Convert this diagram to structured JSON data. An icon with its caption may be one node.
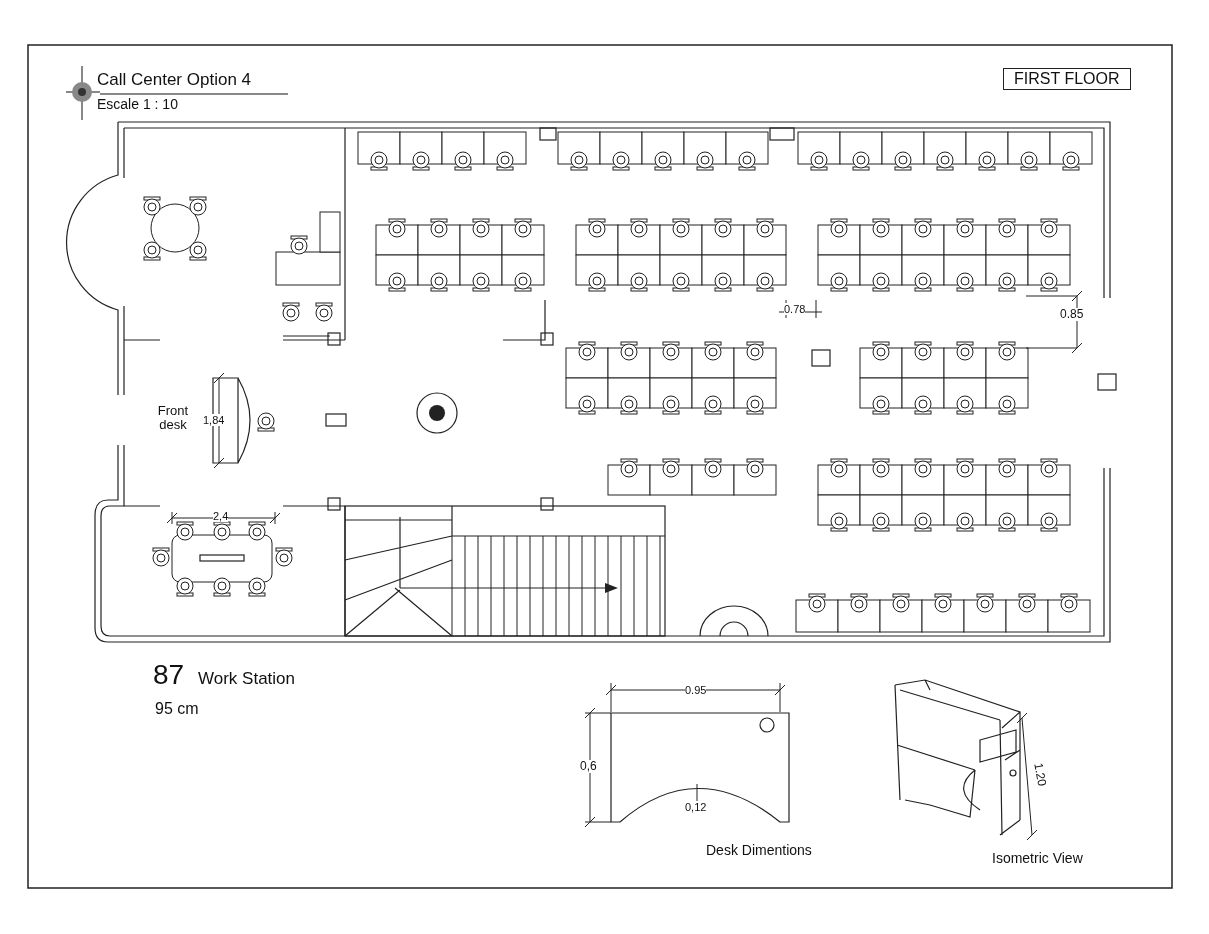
{
  "diagram": {
    "title": "Call Center Option 4",
    "nodes": [
      {
        "text": [
          "FIRST FLOOR"
        ]
      }
    ],
    "labels": [
      "Escale 1 : 10",
      "Front desk",
      "1,84",
      "0.78",
      "0.85",
      "2,4",
      "87",
      "Work Station",
      "95 cm",
      "0.95",
      "0,6",
      "0,12",
      "Desk Dimentions",
      "1.20",
      "Isometric View"
    ]
  }
}
